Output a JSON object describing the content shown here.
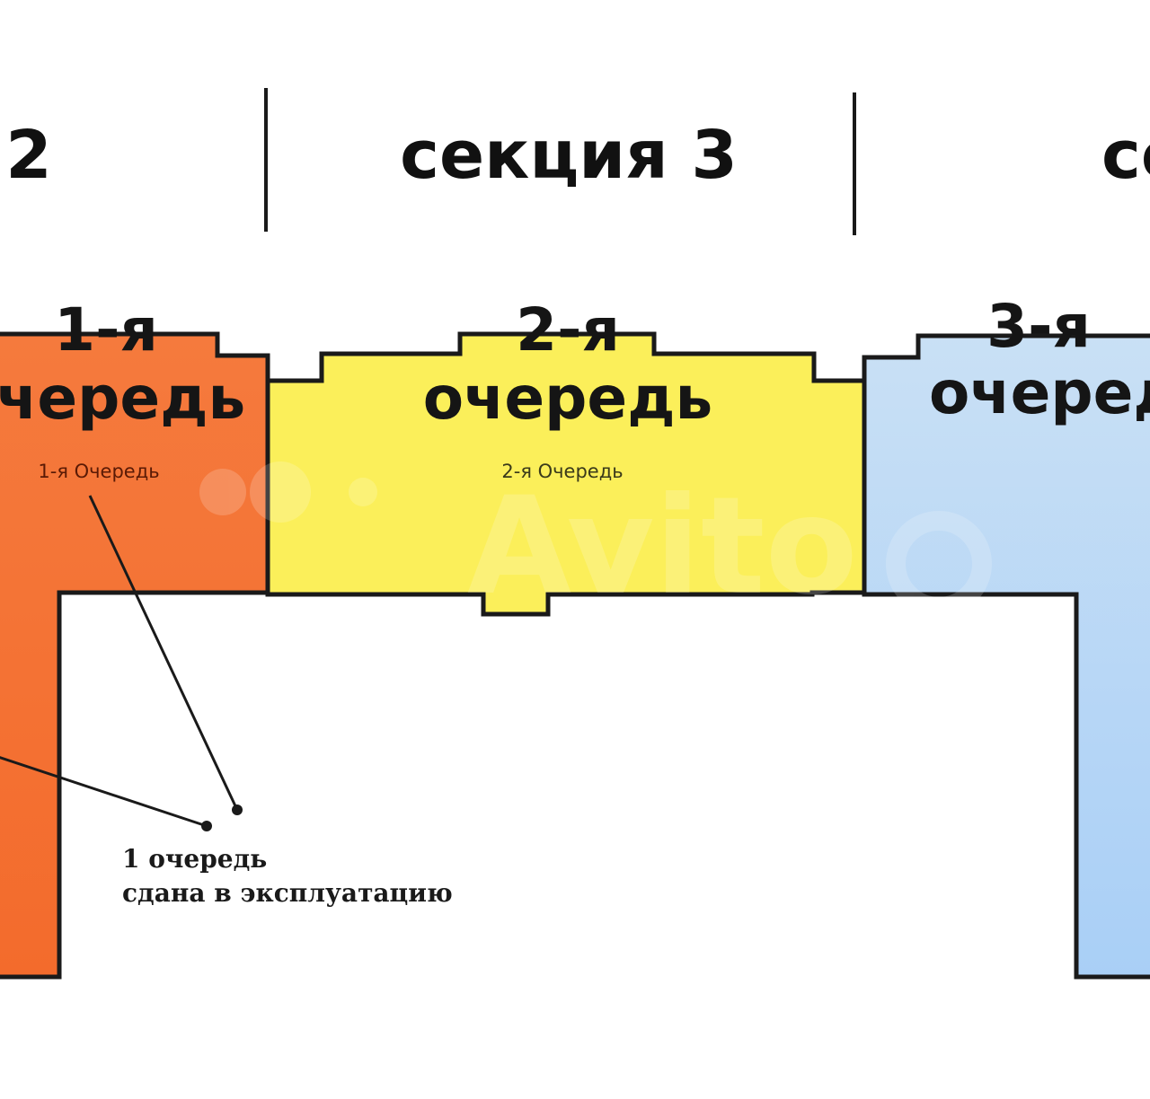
{
  "sections": [
    {
      "id": "section-2",
      "label": "2"
    },
    {
      "id": "section-3",
      "label": "секция 3"
    },
    {
      "id": "section-4",
      "label": "се"
    }
  ],
  "phases": [
    {
      "id": "phase-1",
      "line1": "1-я",
      "line2": "очередь",
      "small": "1-я Очередь",
      "color": "#f47a3c"
    },
    {
      "id": "phase-2",
      "line1": "2-я",
      "line2": "очередь",
      "small": "2-я Очередь",
      "color": "#fbef5a"
    },
    {
      "id": "phase-3",
      "line1": "3-я",
      "line2": "очередь",
      "small": "",
      "color": "#b9d8f4"
    }
  ],
  "annotation": {
    "line1": "1 очередь",
    "line2": "сдана в эксплуатацию"
  },
  "watermark": {
    "text": "Avito"
  },
  "colors": {
    "outline": "#1a1a1a",
    "background": "#ffffff"
  }
}
